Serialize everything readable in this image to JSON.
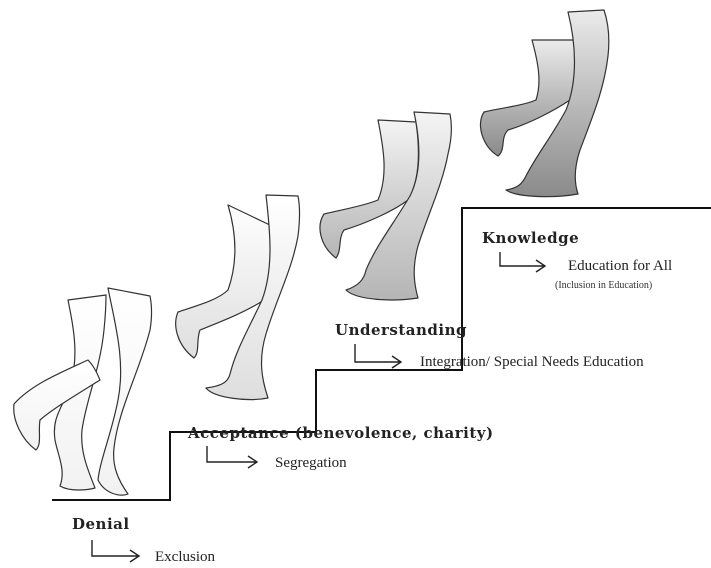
{
  "stages": [
    {
      "id": "denial",
      "title": "Denial",
      "outcome": "Exclusion"
    },
    {
      "id": "acceptance",
      "title": "Acceptance (benevolence, charity)",
      "outcome": "Segregation"
    },
    {
      "id": "understanding",
      "title": "Understanding",
      "outcome": "Integration/ Special Needs Education"
    },
    {
      "id": "knowledge",
      "title": "Knowledge",
      "outcome": "Education for All",
      "note": "(Inclusion in Education)"
    }
  ],
  "colors": {
    "stair_line": "#111111",
    "text": "#222222",
    "leg_fill_levels": [
      "#ffffff",
      "#ececec",
      "#c9c9c9",
      "#9a9a9a"
    ]
  }
}
